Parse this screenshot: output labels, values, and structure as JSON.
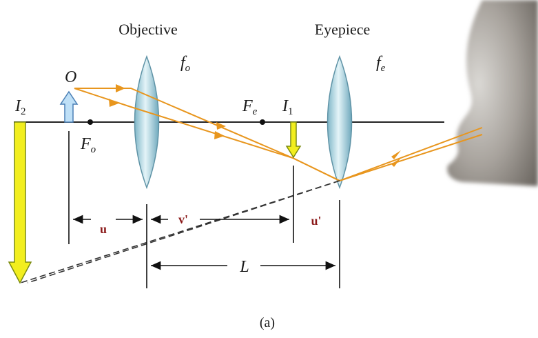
{
  "headings": {
    "objective": "Objective",
    "eyepiece": "Eyepiece"
  },
  "symbols": {
    "fo_letter": "f",
    "fo_sub": "o",
    "fe_letter": "f",
    "fe_sub": "e",
    "O": "O",
    "I2_letter": "I",
    "I2_sub": "2",
    "I1_letter": "I",
    "I1_sub": "1",
    "Fe_letter": "F",
    "Fe_sub": "e",
    "Fo_letter": "F",
    "Fo_sub": "o",
    "L": "L"
  },
  "dimensions": {
    "u": "u",
    "v_prime": "v'",
    "u_prime": "u'"
  },
  "caption": "(a)",
  "colors": {
    "ray": "#e8961e",
    "image_arrow": "#f2ee1e",
    "image_arrow_stroke": "#7a8a10",
    "object_arrow": "#bfe0f7",
    "object_arrow_stroke": "#4a7fb5",
    "lens": "#b6dde8",
    "dim_label": "#8b1a1a"
  }
}
